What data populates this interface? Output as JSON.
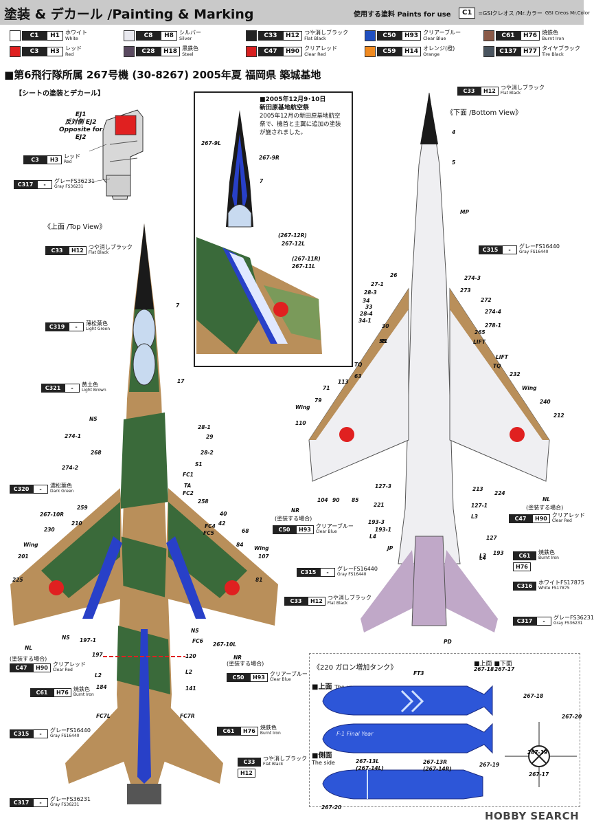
{
  "header": {
    "title": "塗装 & デカール /Painting & Marking",
    "paints_used": "使用する塗料 Paints for use",
    "legend_code": "C1",
    "legend_text": "=GSIクレオス /Mr.カラー",
    "legend_brand": "GSI Creos Mr.Color"
  },
  "palette": [
    {
      "c": "C1",
      "h": "H1",
      "ja": "ホワイト",
      "en": "White",
      "color": "#ffffff"
    },
    {
      "c": "C3",
      "h": "H3",
      "ja": "レッド",
      "en": "Red",
      "color": "#e02020"
    },
    {
      "c": "C8",
      "h": "H8",
      "ja": "シルバー",
      "en": "Silver",
      "color": "#e8e8ee"
    },
    {
      "c": "C28",
      "h": "H18",
      "ja": "黒鉄色",
      "en": "Steel",
      "color": "#5a4a60"
    },
    {
      "c": "C33",
      "h": "H12",
      "ja": "つや消しブラック",
      "en": "Flat Black",
      "color": "#222222"
    },
    {
      "c": "C47",
      "h": "H90",
      "ja": "クリアレッド",
      "en": "Clear Red",
      "color": "#d82020"
    },
    {
      "c": "C50",
      "h": "H93",
      "ja": "クリアーブルー",
      "en": "Clear Blue",
      "color": "#2050c0"
    },
    {
      "c": "C59",
      "h": "H14",
      "ja": "オレンジ(橙)",
      "en": "Orange",
      "color": "#f08a20"
    },
    {
      "c": "C61",
      "h": "H76",
      "ja": "焼鉄色",
      "en": "Burnt Iron",
      "color": "#8a5a48"
    },
    {
      "c": "C137",
      "h": "H77",
      "ja": "タイヤブラック",
      "en": "Tire Black",
      "color": "#4a5560"
    }
  ],
  "section_title": "■第6飛行隊所属 267号機 (30-8267) 2005年夏 福岡県 築城基地",
  "seat": {
    "heading": "【シートの塗装とデカール】",
    "ej1": "EJ1",
    "opposite_ja": "反対側",
    "ej2": "EJ2",
    "opposite_en": "Opposite for",
    "ej2_en": "EJ2"
  },
  "inset": {
    "date": "■2005年12月9･10日",
    "event": "新田原基地航空祭",
    "note": "2005年12月の新田原基地航空祭で、機首と主翼に追加の塗装が施されました。",
    "labels": [
      "267-9L",
      "267-9R",
      "7",
      "(267-12R)",
      "267-12L",
      "(267-11R)",
      "267-11L"
    ]
  },
  "top_view": {
    "label": "《上面 /Top View》",
    "callouts": [
      {
        "c": "C33",
        "h": "H12",
        "ja": "つや消しブラック",
        "en": "Flat Black"
      },
      {
        "c": "C319",
        "h": "-",
        "ja": "薄松葉色",
        "en": "Light Green"
      },
      {
        "c": "C321",
        "h": "-",
        "ja": "黄土色",
        "en": "Light Brown"
      },
      {
        "c": "C320",
        "h": "-",
        "ja": "濃松葉色",
        "en": "Dark Green"
      },
      {
        "c": "C47",
        "h": "H90",
        "ja": "クリアレッド",
        "en": "Clear Red"
      },
      {
        "c": "C61",
        "h": "H76",
        "ja": "焼鉄色",
        "en": "Burnt Iron"
      },
      {
        "c": "C315",
        "h": "-",
        "ja": "グレーFS16440",
        "en": "Gray FS16440"
      },
      {
        "c": "C61",
        "h": "H76",
        "ja": "焼鉄色",
        "en": "Burnt Iron"
      },
      {
        "c": "C33",
        "h": "",
        "ja": "つや消しブラック",
        "en": "Flat Black"
      },
      {
        "c": "",
        "h": "H12",
        "ja": "",
        "en": ""
      },
      {
        "c": "C317",
        "h": "-",
        "ja": "グレーFS36231",
        "en": "Gray FS36231"
      },
      {
        "c": "C50",
        "h": "H93",
        "ja": "クリアーブルー",
        "en": "Clear Blue"
      }
    ],
    "nl_note": "(塗装する場合)",
    "nr_note": "(塗装する場合)",
    "numbers": [
      "7",
      "17",
      "NS",
      "28-1",
      "274-1",
      "29",
      "268",
      "28-2",
      "274-2",
      "S1",
      "FC1",
      "TA",
      "FC2",
      "258",
      "259",
      "40",
      "267-10R",
      "210",
      "42",
      "230",
      "FC4",
      "FC5",
      "68",
      "Wing",
      "84",
      "Wing",
      "107",
      "201",
      "81",
      "225",
      "NS",
      "FC6",
      "NS",
      "197-1",
      "267-10L",
      "197",
      "120",
      "L2",
      "L2",
      "184",
      "141",
      "FC7L",
      "FC7R",
      "NL",
      "NR"
    ]
  },
  "bottom_view": {
    "label": "《下面 /Bottom View》",
    "callouts": [
      {
        "c": "C33",
        "h": "H12",
        "ja": "つや消しブラック",
        "en": "Flat Black"
      },
      {
        "c": "C315",
        "h": "-",
        "ja": "グレーFS16440",
        "en": "Gray FS16440"
      },
      {
        "c": "C47",
        "h": "H90",
        "ja": "クリアレッド",
        "en": "Clear Red"
      },
      {
        "c": "C50",
        "h": "H93",
        "ja": "クリアーブルー",
        "en": "Clear Blue"
      },
      {
        "c": "C61",
        "h": "",
        "ja": "焼鉄色",
        "en": "Burnt Iron"
      },
      {
        "c": "",
        "h": "H76",
        "ja": "",
        "en": ""
      },
      {
        "c": "C315",
        "h": "-",
        "ja": "グレーFS16440",
        "en": "Gray FS16440"
      },
      {
        "c": "C316",
        "h": "",
        "ja": "ホワイトFS17875",
        "en": "White FS17875"
      },
      {
        "c": "C33",
        "h": "H12",
        "ja": "つや消しブラック",
        "en": "Flat Black"
      },
      {
        "c": "C317",
        "h": "-",
        "ja": "グレーFS36231",
        "en": "Gray FS36231"
      }
    ],
    "nl_note": "(塗装する場合)",
    "nr_note": "(塗装する場合)",
    "numbers": [
      "4",
      "5",
      "MP",
      "26",
      "274-3",
      "27-1",
      "273",
      "28-3",
      "272",
      "34",
      "33",
      "274-4",
      "28-4",
      "34-1",
      "278-1",
      "30",
      "41",
      "265",
      "LIFT",
      "55",
      "TQ",
      "LIFT",
      "TQ",
      "63",
      "113",
      "232",
      "71",
      "Wing",
      "Wing",
      "79",
      "240",
      "110",
      "212",
      "104",
      "90",
      "85",
      "127-3",
      "213",
      "224",
      "221",
      "127-1",
      "193-3",
      "L3",
      "193-1",
      "127",
      "L4",
      "L3",
      "JP",
      "L4",
      "193",
      "PD",
      "NR",
      "NL"
    ]
  },
  "tank": {
    "heading": "《220 ガロン増加タンク》",
    "upper": "■上面",
    "upper_en": "The upper",
    "side": "■側面",
    "side_en": "The side",
    "key_upper": "■上面",
    "key_lower": "■下面",
    "labels": [
      "FT3",
      "267-18",
      "267-17",
      "267-19",
      "267-13L",
      "(267-14L)",
      "267-13R",
      "(267-14R)",
      "267-20",
      "267-18",
      "267-20",
      "267-19",
      "267-17"
    ],
    "decal_text": "F-1 Final Year"
  },
  "watermark": "HOBBY SEARCH"
}
